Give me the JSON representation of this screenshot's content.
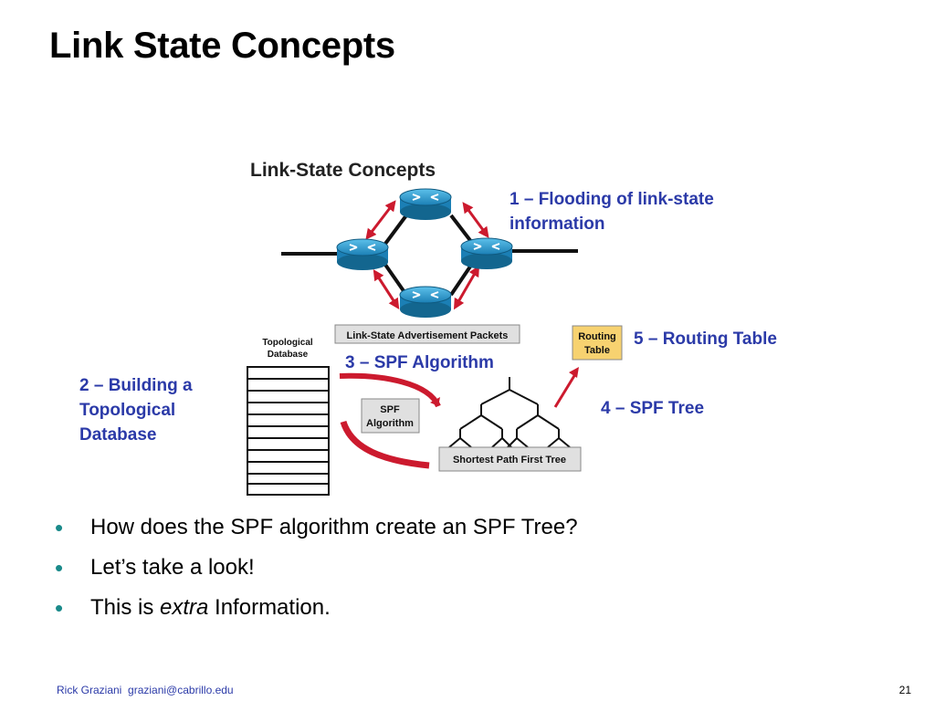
{
  "slide": {
    "title": "Link State Concepts",
    "footer_author": "Rick Graziani  graziani@cabrillo.edu",
    "page_number": "21"
  },
  "diagram": {
    "title": "Link-State Concepts",
    "lsa_label": "Link-State Advertisement Packets",
    "topo_label_line1": "Topological",
    "topo_label_line2": "Database",
    "spf_box_line1": "SPF",
    "spf_box_line2": "Algorithm",
    "tree_label": "Shortest Path First Tree",
    "routing_box_line1": "Routing",
    "routing_box_line2": "Table",
    "colors": {
      "callout": "#2b3aa8",
      "arrow": "#cc1a2e",
      "router": "#1b8ac0",
      "routing_box": "#f7d270"
    }
  },
  "callouts": {
    "step1_line1": "1 – Flooding of link-state",
    "step1_line2": "information",
    "step2_line1": "2 – Building a",
    "step2_line2": "Topological",
    "step2_line3": "Database",
    "step3": "3 – SPF Algorithm",
    "step4": "4 – SPF Tree",
    "step5": "5 – Routing Table"
  },
  "bullets": {
    "items": [
      {
        "text": "How does the SPF algorithm create an SPF Tree?"
      },
      {
        "text": "Let’s take a look!"
      },
      {
        "prefix": "This is ",
        "emphasis": "extra",
        "suffix": " Information."
      }
    ],
    "bullet_color": "#1a8a8a"
  }
}
